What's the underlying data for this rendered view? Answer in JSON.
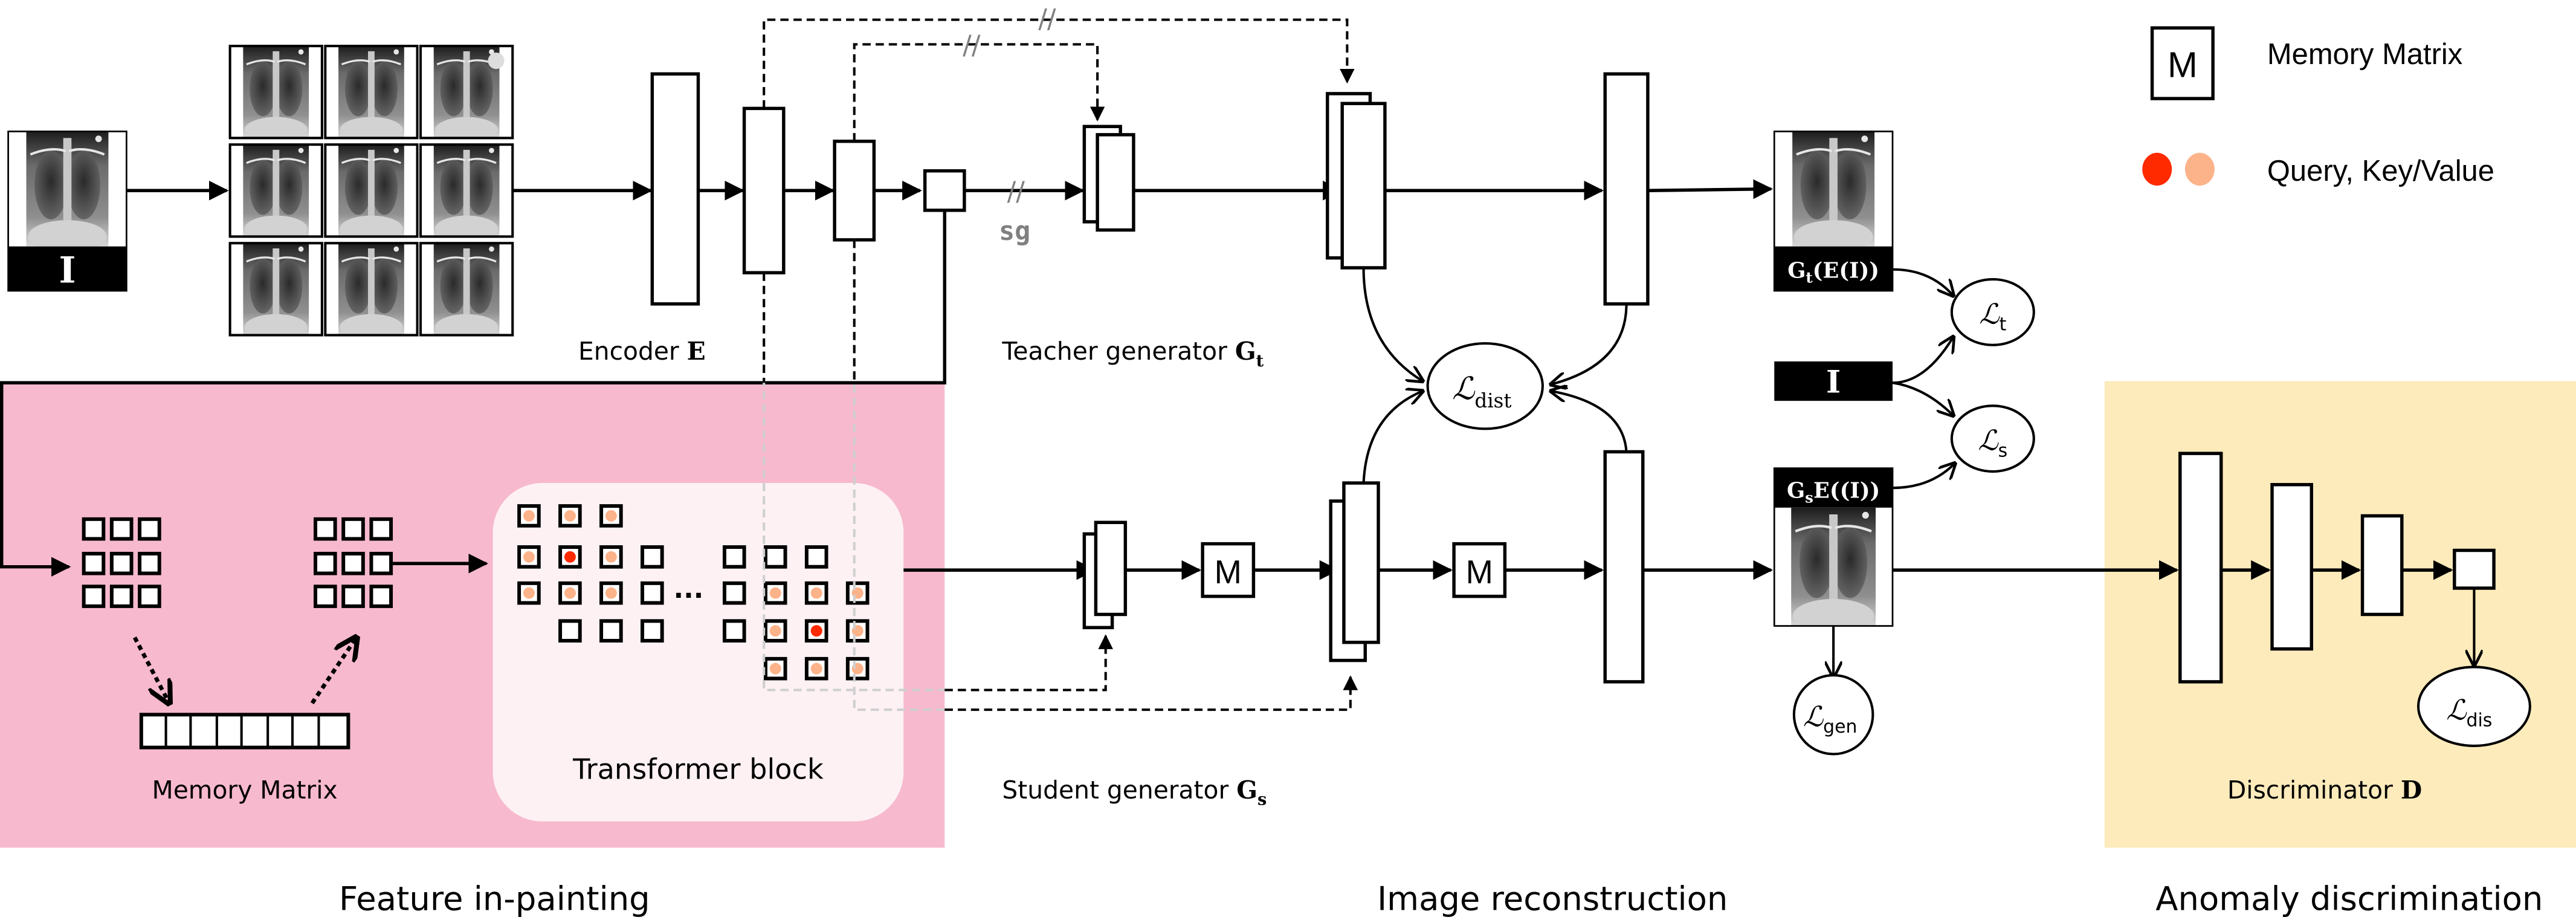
{
  "colors": {
    "feature_inpainting_bg": "#F7B9CE",
    "discriminator_bg": "#FDEBBB",
    "transformer_block_bg": "#FDF1F4",
    "query_dot": "#FF2A00",
    "key_value_dot": "#FDB38A",
    "stop_gradient": "#808080"
  },
  "legend": {
    "memory_symbol": "M",
    "memory_label": "Memory Matrix",
    "dots_label": "Query, Key/Value"
  },
  "input": {
    "image_label": "I"
  },
  "encoder": {
    "label": "Encoder",
    "symbol": "E"
  },
  "stop_gradient": {
    "label": "sg",
    "break_mark": "//"
  },
  "teacher": {
    "label": "Teacher generator",
    "symbol": "G",
    "subscript": "t",
    "output_label_main": "G",
    "output_label_sub": "t",
    "output_label_rest": "(E(I))"
  },
  "student": {
    "label": "Student generator",
    "symbol": "G",
    "subscript": "s",
    "memory_blocks": [
      "M",
      "M"
    ],
    "output_label_main": "G",
    "output_label_sub": "s",
    "output_label_rest": "E((I))"
  },
  "ground_truth": {
    "label": "I"
  },
  "losses": {
    "dist": {
      "symbol": "ℒ",
      "sub": "dist"
    },
    "t": {
      "symbol": "ℒ",
      "sub": "t"
    },
    "s": {
      "symbol": "ℒ",
      "sub": "s"
    },
    "gen": {
      "symbol": "ℒ",
      "sub": "gen"
    },
    "dis": {
      "symbol": "ℒ",
      "sub": "dis"
    }
  },
  "feature_inpainting": {
    "memory_matrix_label": "Memory Matrix",
    "transformer_label": "Transformer block",
    "ellipsis": "···"
  },
  "discriminator": {
    "label": "Discriminator",
    "symbol": "D"
  },
  "sections": {
    "left": "Feature in-painting",
    "middle": "Image reconstruction",
    "right": "Anomaly discrimination"
  }
}
